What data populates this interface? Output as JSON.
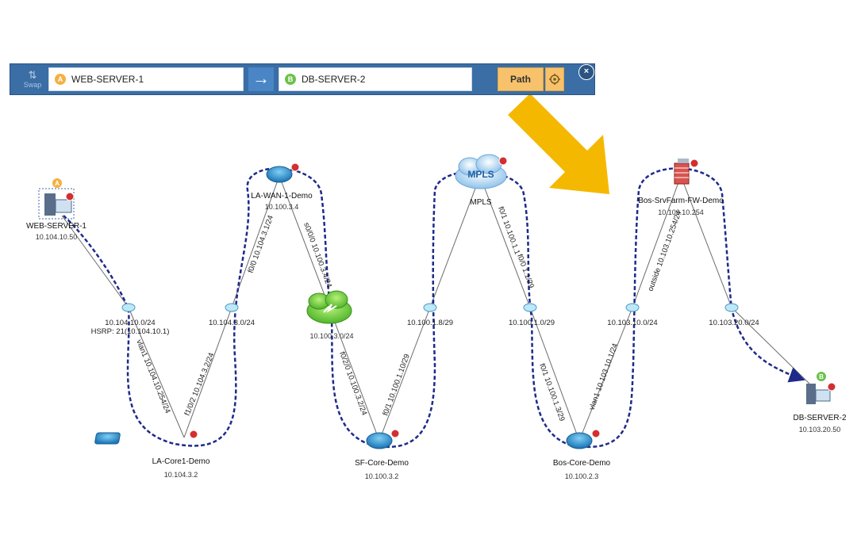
{
  "toolbar": {
    "swap_label": "Swap",
    "source": {
      "badge": "A",
      "value": "WEB-SERVER-1"
    },
    "destination": {
      "badge": "B",
      "value": "DB-SERVER-2"
    },
    "path_label": "Path",
    "close_label": "×"
  },
  "nodes": {
    "web_server_1": {
      "name": "WEB-SERVER-1",
      "ip": "10.104.10.50",
      "badge": "A"
    },
    "la_wan_1": {
      "name": "LA-WAN-1-Demo",
      "ip": "10.100.3.4"
    },
    "mpls": {
      "name": "MPLS",
      "icon_text": "MPLS"
    },
    "bos_fw": {
      "name": "Bos-SrvFarm-FW-Demo",
      "ip": "10.103.10.254"
    },
    "db_server_2": {
      "name": "DB-SERVER-2",
      "ip": "10.103.20.50",
      "badge": "B"
    },
    "la_core1": {
      "name": "LA-Core1-Demo",
      "ip": "10.104.3.2"
    },
    "sf_core": {
      "name": "SF-Core-Demo",
      "ip": "10.100.3.2"
    },
    "bos_core": {
      "name": "Bos-Core-Demo",
      "ip": "10.100.2.3"
    },
    "wan_cloud": {
      "name": "10.100.3.0/24"
    }
  },
  "subnets": {
    "s1": {
      "name": "10.104.10.0/24",
      "extra": "HSRP: 21(10.104.10.1)"
    },
    "s2": {
      "name": "10.104.3.0/24"
    },
    "s3": {
      "name": "10.100.1.8/29"
    },
    "s4": {
      "name": "10.100.1.0/29"
    },
    "s5": {
      "name": "10.103.10.0/24"
    },
    "s6": {
      "name": "10.103.20.0/24"
    }
  },
  "interfaces": {
    "la_core_vlan": "vlan1 10.104.10.254/24",
    "la_core_f1": "f1/0/2 10.104.3.2/24",
    "la_wan_f0": "f0/0 10.104.3.1/24",
    "la_wan_s0": "s0/0/0 10.100.3.4/24",
    "sf_core_f02": "f0/2/0 10.100.3.2/24",
    "sf_core_f01": "f0/1 10.100.1.10/29",
    "mpls_f01_a": "f0/1 10.100.1.1",
    "mpls_f0_b": "f0/0 1.1/29",
    "bos_core_f01": "f0/1 10.100.1.3/29",
    "bos_core_vlan": "vlan1 10.103.10.1/24",
    "fw_outside": "outside 10.103.10.254/24"
  }
}
